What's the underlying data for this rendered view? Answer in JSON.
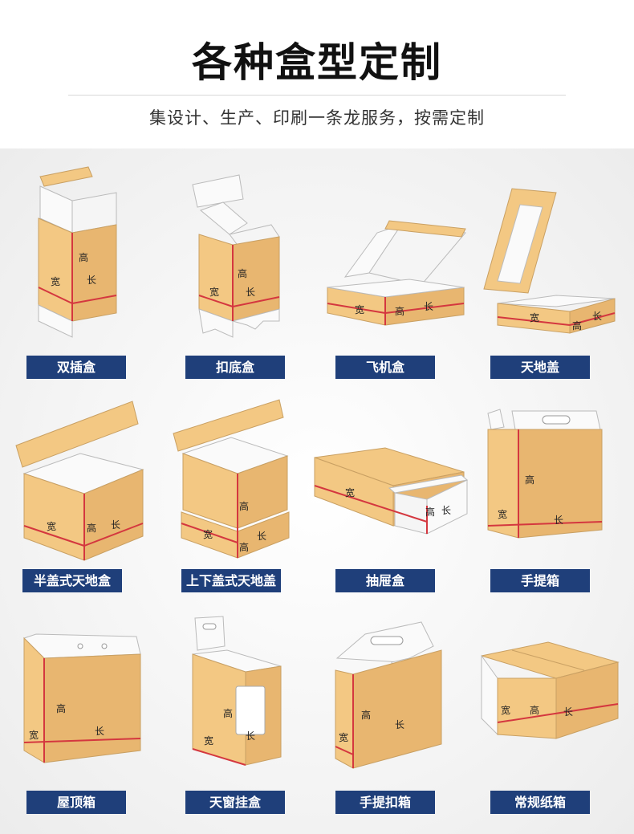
{
  "header": {
    "title": "各种盒型定制",
    "subtitle": "集设计、生产、印刷一条龙服务，按需定制"
  },
  "dims": {
    "width": "宽",
    "height": "高",
    "length": "长"
  },
  "colors": {
    "kraft": "#f3c883",
    "kraft_dark": "#e2b06a",
    "line": "#d4373f",
    "label_bg": "#1f3f7a"
  },
  "boxes": [
    {
      "name": "双插盒",
      "icon": "tuck-end-box-icon"
    },
    {
      "name": "扣底盒",
      "icon": "lock-bottom-box-icon"
    },
    {
      "name": "飞机盒",
      "icon": "mailer-box-icon"
    },
    {
      "name": "天地盖",
      "icon": "lid-base-box-icon"
    },
    {
      "name": "半盖式天地盒",
      "icon": "half-lid-box-icon"
    },
    {
      "name": "上下盖式天地盖",
      "icon": "top-bottom-lid-box-icon"
    },
    {
      "name": "抽屉盒",
      "icon": "drawer-box-icon"
    },
    {
      "name": "手提箱",
      "icon": "handle-box-icon"
    },
    {
      "name": "屋顶箱",
      "icon": "gable-box-icon"
    },
    {
      "name": "天窗挂盒",
      "icon": "window-hanger-box-icon"
    },
    {
      "name": "手提扣箱",
      "icon": "handle-lock-box-icon"
    },
    {
      "name": "常规纸箱",
      "icon": "regular-carton-icon"
    }
  ]
}
